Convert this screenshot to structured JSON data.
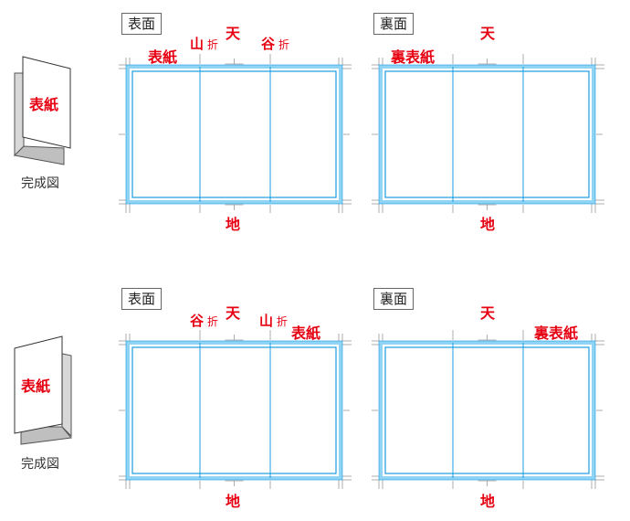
{
  "labels": {
    "front": "表面",
    "back": "裏面",
    "top": "天",
    "bottom": "地",
    "cover": "表紙",
    "back_cover": "裏表紙",
    "mountain": "山",
    "valley": "谷",
    "fold": "折",
    "finished": "完成図"
  },
  "colors": {
    "accent": "#e60012",
    "bleed": "#8fd3f5",
    "trim": "#1a9be0",
    "crop": "#999999"
  }
}
